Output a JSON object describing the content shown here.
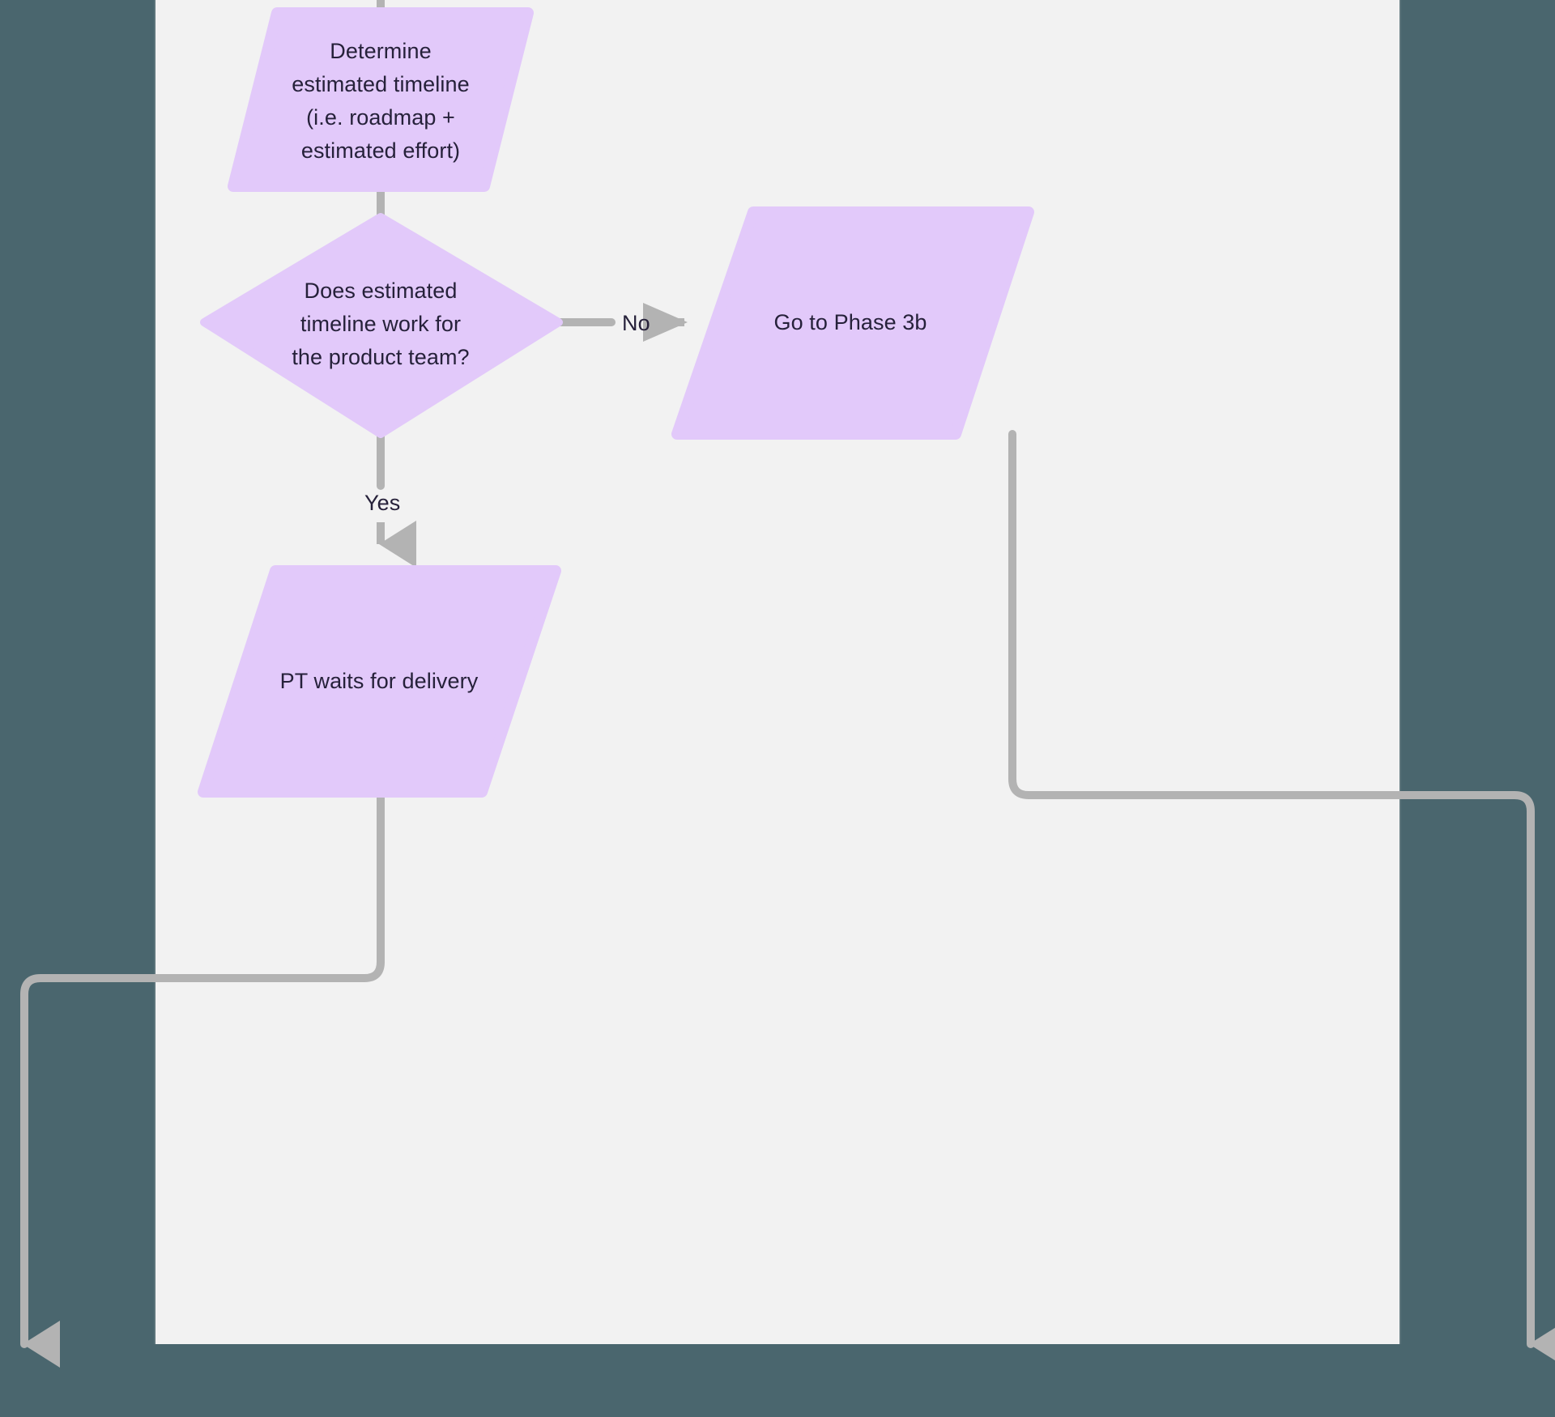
{
  "canvas": {
    "background_color": "#4a666e",
    "panel_color": "#f2f2f2",
    "panel_border_color": "#5d757c"
  },
  "theme": {
    "node_fill": "#e2c9fa",
    "node_fill_alt": "#dfc5fa",
    "connector_color": "#b3b3b3",
    "text_color": "#26213a"
  },
  "diagram": {
    "type": "flowchart",
    "nodes": [
      {
        "id": "determine-timeline",
        "shape": "parallelogram",
        "label": "Determine\nestimated timeline\n(i.e. roadmap +\nestimated effort)"
      },
      {
        "id": "timeline-decision",
        "shape": "diamond",
        "label": "Does estimated\ntimeline work for\nthe product team?"
      },
      {
        "id": "go-to-phase-3b",
        "shape": "parallelogram",
        "label": "Go to Phase 3b"
      },
      {
        "id": "pt-waits-for-delivery",
        "shape": "parallelogram",
        "label": "PT waits for delivery"
      }
    ],
    "edges": [
      {
        "id": "edge-in-to-determine",
        "from": "",
        "to": "determine-timeline",
        "label": ""
      },
      {
        "id": "edge-determine-to-decision",
        "from": "determine-timeline",
        "to": "timeline-decision",
        "label": ""
      },
      {
        "id": "edge-decision-no",
        "from": "timeline-decision",
        "to": "go-to-phase-3b",
        "label": "No"
      },
      {
        "id": "edge-decision-yes",
        "from": "timeline-decision",
        "to": "pt-waits-for-delivery",
        "label": "Yes"
      },
      {
        "id": "edge-pt-waits-out-left",
        "from": "pt-waits-for-delivery",
        "to": "",
        "label": ""
      },
      {
        "id": "edge-phase3b-out-right",
        "from": "go-to-phase-3b",
        "to": "",
        "label": ""
      }
    ]
  }
}
